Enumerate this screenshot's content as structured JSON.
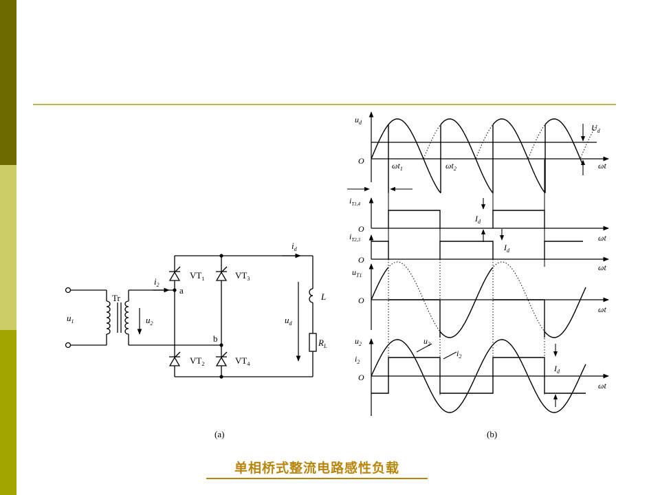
{
  "caption": "单相桥式整流电路感性负载",
  "panel_a": {
    "label": "(a)",
    "u1": "u",
    "u1_sub": "1",
    "tr": "Tr",
    "i2": "i",
    "i2_sub": "2",
    "u2": "u",
    "u2_sub": "2",
    "node_a": "a",
    "node_b": "b",
    "vt1": "VT",
    "vt1_sub": "1",
    "vt2": "VT",
    "vt2_sub": "2",
    "vt3": "VT",
    "vt3_sub": "3",
    "vt4": "VT",
    "vt4_sub": "4",
    "id": "i",
    "id_sub": "d",
    "ud": "u",
    "ud_sub": "d",
    "L": "L",
    "RL": "R",
    "RL_sub": "L"
  },
  "panel_b": {
    "label": "(b)",
    "ud_axis": "u",
    "ud_axis_sub": "d",
    "O": "O",
    "wt": "ωt",
    "wt1": "ωt",
    "wt1_sub": "1",
    "wt2": "ωt",
    "wt2_sub": "2",
    "Ud": "U",
    "Ud_sub": "d",
    "iT14": "i",
    "iT14_sub": "T1,4",
    "iT23": "i",
    "iT23_sub": "T2,3",
    "Id": "I",
    "Id_sub": "d",
    "uT1": "u",
    "uT1_sub": "T1",
    "u2": "u",
    "u2_sub": "2",
    "i2": "i",
    "i2_sub": "2"
  }
}
